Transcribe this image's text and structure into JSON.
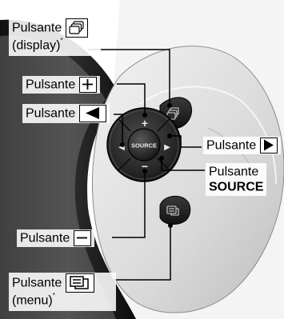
{
  "labels": {
    "display": {
      "word": "Pulsante",
      "line2": "(display)",
      "footnote_mark": "*",
      "icon": "display-stack-icon"
    },
    "plus": {
      "word": "Pulsante",
      "icon": "plus-icon"
    },
    "left": {
      "word": "Pulsante",
      "icon": "triangle-left-icon"
    },
    "right": {
      "word": "Pulsante",
      "icon": "triangle-right-icon"
    },
    "source": {
      "word": "Pulsante",
      "line2": "SOURCE"
    },
    "minus": {
      "word": "Pulsante",
      "icon": "minus-icon"
    },
    "menu": {
      "word": "Pulsante",
      "line2": "(menu)",
      "footnote_mark": "*",
      "icon": "menu-list-icon"
    }
  },
  "pad": {
    "center_text": "SOURCE",
    "plus_glyph": "+",
    "minus_glyph": "−",
    "left_glyph": "◀",
    "right_glyph": "▶"
  },
  "colors": {
    "background": "#ffffff",
    "panel_light": "#e6e6e6",
    "wheel_dark": "#1a1a1a",
    "leader": "#000000"
  }
}
